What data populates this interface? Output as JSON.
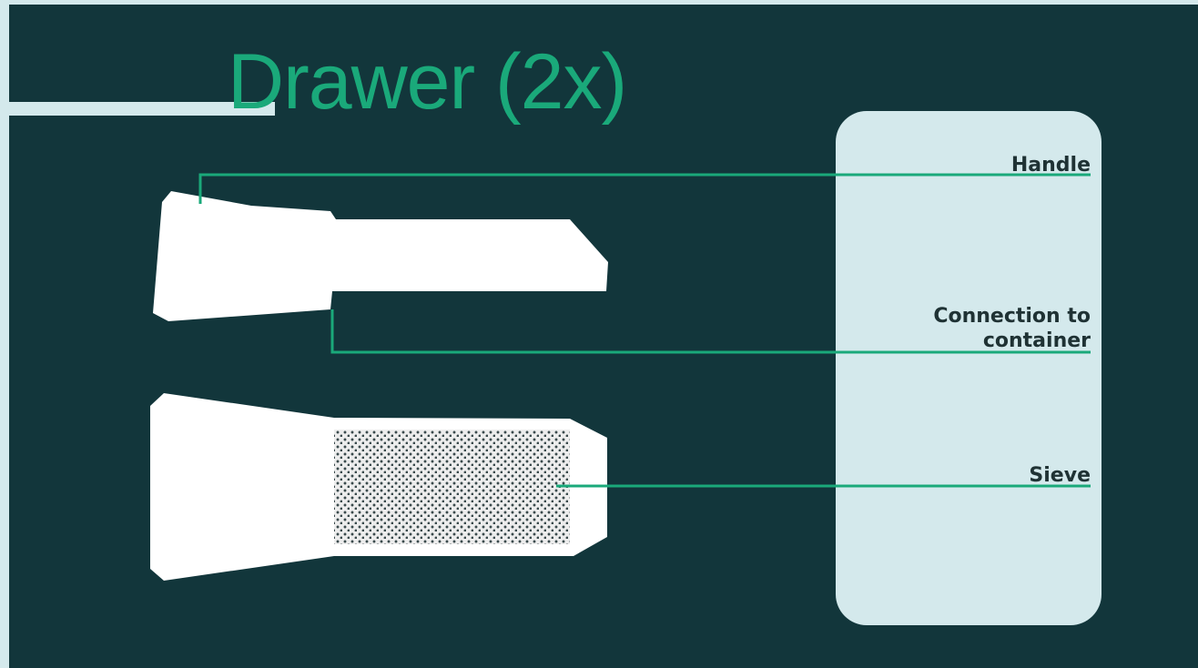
{
  "title": "Drawer (2x)",
  "labels": {
    "handle": "Handle",
    "connection_line1": "Connection to",
    "connection_line2": "container",
    "sieve": "Sieve"
  },
  "colors": {
    "background": "#12363b",
    "accent": "#1aa97a",
    "panel": "#d4e9ec",
    "drawer": "#ffffff",
    "label_text": "#1f3234"
  }
}
